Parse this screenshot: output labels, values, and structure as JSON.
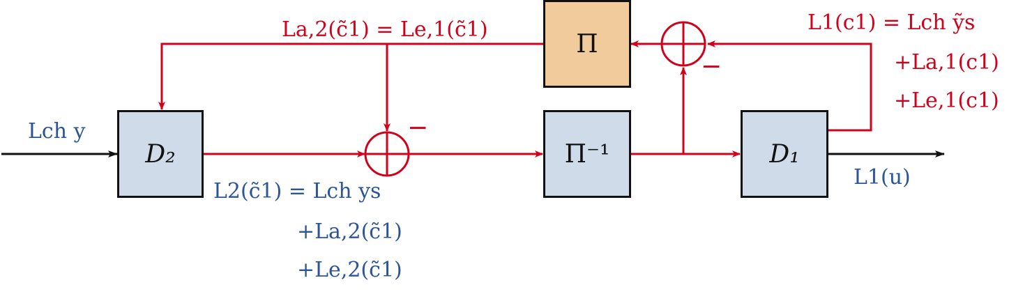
{
  "blocks": {
    "d2": "D₂",
    "d1": "D₁",
    "pi": "Π",
    "pi_inv": "Π⁻¹"
  },
  "labels": {
    "input": "Lch y",
    "top_feedback": "La,2(c̃1) = Le,1(c̃1)",
    "d1_out_line1": "L1(c1) = Lch ỹs",
    "d1_out_line2": "+La,1(c1)",
    "d1_out_line3": "+Le,1(c1)",
    "d2_out_line1": "L2(c̃1) = Lch ys",
    "d2_out_line2": "+La,2(c̃1)",
    "d2_out_line3": "+Le,2(c̃1)",
    "output": "L1(u)",
    "minus_left": "−",
    "minus_right": "−"
  },
  "colors": {
    "red": "#d0021b",
    "blue": "#2c5597",
    "block_blue": "#cfdbe8",
    "block_orange": "#f1cb9b"
  }
}
